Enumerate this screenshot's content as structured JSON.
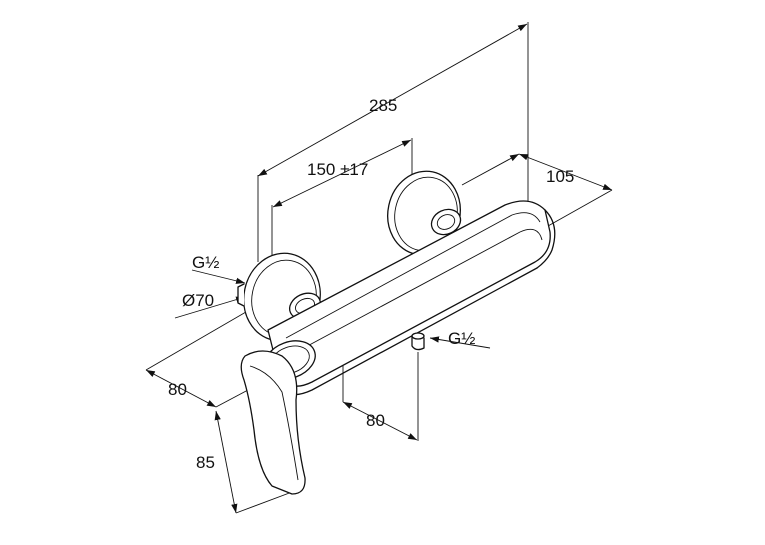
{
  "dimensions": {
    "overall_length": "285",
    "center_distance": "150 ±17",
    "depth": "105",
    "thread_left": "G½",
    "thread_bottom": "G½",
    "escutcheon_diameter": "Ø70",
    "handle_offset": "80",
    "outlet_offset": "80",
    "handle_height": "85"
  }
}
